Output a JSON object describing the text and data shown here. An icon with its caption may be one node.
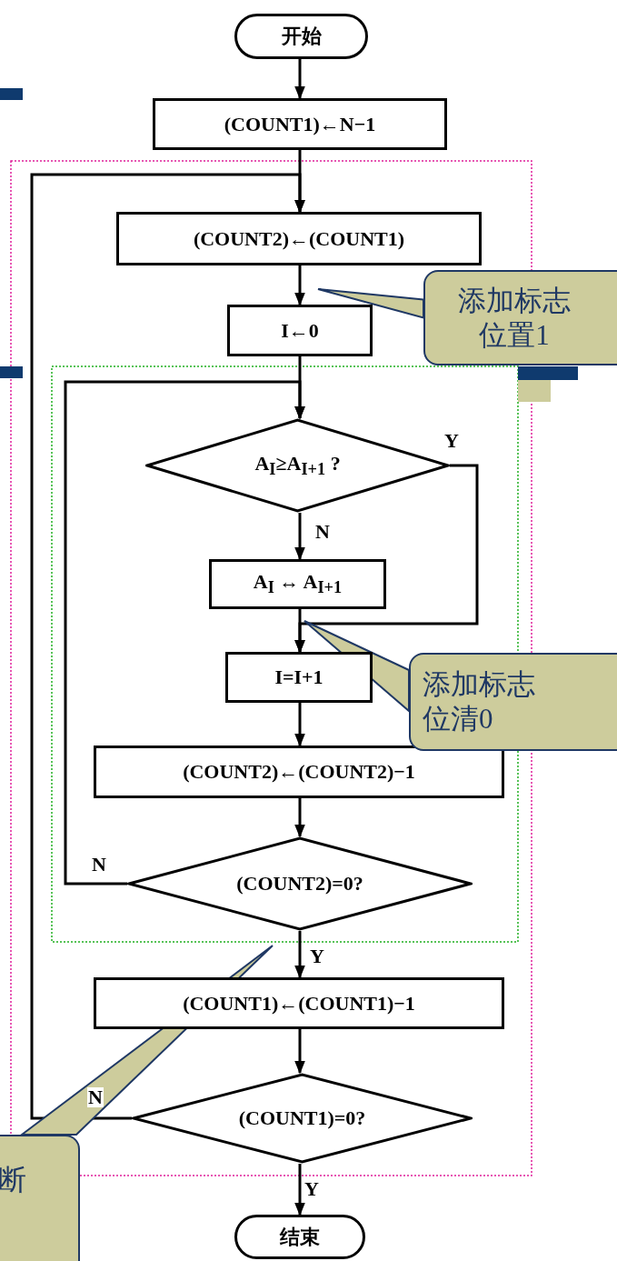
{
  "diagram": {
    "nodes": [
      {
        "text": [
          "开始"
        ]
      },
      {
        "text": [
          "(COUNT1)←N−1"
        ]
      },
      {
        "text": [
          "(COUNT2)←(COUNT1)"
        ]
      },
      {
        "text": [
          "I←0"
        ]
      },
      {
        "text": [
          "A$_{I}$≥A$_{I+1}$ ?"
        ]
      },
      {
        "text": [
          "A$_{I}$ ↔ A$_{I+1}$"
        ]
      },
      {
        "text": [
          "I=I+1"
        ]
      },
      {
        "text": [
          "(COUNT2)←(COUNT2)−1"
        ]
      },
      {
        "text": [
          "(COUNT2)=0?"
        ]
      },
      {
        "text": [
          "(COUNT1)←(COUNT1)−1"
        ]
      },
      {
        "text": [
          "(COUNT1)=0?"
        ]
      },
      {
        "text": [
          "结束"
        ]
      },
      {
        "text": [
          "添加标志位置1"
        ]
      },
      {
        "text": [
          "添加标志位清0"
        ]
      },
      {
        "text": [
          "断"
        ]
      }
    ],
    "edges": [
      {
        "from": 0,
        "to": 1,
        "arrow": "to"
      },
      {
        "from": 1,
        "to": 2,
        "arrow": "to"
      },
      {
        "from": 2,
        "to": 3,
        "arrow": "to"
      },
      {
        "from": 3,
        "to": 4,
        "arrow": "to"
      },
      {
        "from": 4,
        "to": 5,
        "arrow": "to",
        "label": "N"
      },
      {
        "from": 4,
        "to": 6,
        "arrow": "to",
        "label": "Y"
      },
      {
        "from": 5,
        "to": 6,
        "arrow": "to"
      },
      {
        "from": 6,
        "to": 7,
        "arrow": "to"
      },
      {
        "from": 7,
        "to": 8,
        "arrow": "to"
      },
      {
        "from": 8,
        "to": 4,
        "arrow": "to",
        "label": "N"
      },
      {
        "from": 8,
        "to": 9,
        "arrow": "to",
        "label": "Y"
      },
      {
        "from": 9,
        "to": 10,
        "arrow": "to"
      },
      {
        "from": 10,
        "to": 2,
        "arrow": "to",
        "label": "N"
      },
      {
        "from": 10,
        "to": 11,
        "arrow": "to",
        "label": "Y"
      },
      {
        "from": 12,
        "to": null,
        "arrow": "none",
        "color": "#1f3864"
      },
      {
        "from": 13,
        "to": null,
        "arrow": "none",
        "color": "#1f3864"
      },
      {
        "from": 14,
        "to": null,
        "arrow": "none",
        "color": "#1f3864"
      }
    ]
  }
}
